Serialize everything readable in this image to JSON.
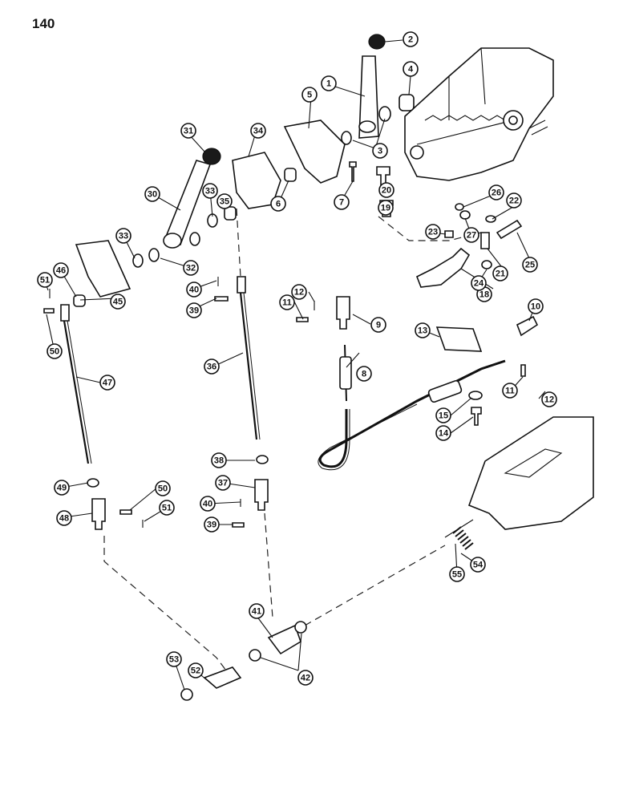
{
  "page_number": "140",
  "callouts": [
    "1",
    "2",
    "3",
    "4",
    "5",
    "6",
    "7",
    "8",
    "9",
    "10",
    "11",
    "12",
    "13",
    "14",
    "15",
    "18",
    "19",
    "20",
    "21",
    "22",
    "23",
    "24",
    "25",
    "26",
    "27",
    "30",
    "31",
    "32",
    "33",
    "34",
    "35",
    "36",
    "37",
    "38",
    "39",
    "40",
    "41",
    "42",
    "45",
    "46",
    "47",
    "48",
    "49",
    "50",
    "51",
    "52",
    "53",
    "54",
    "55"
  ]
}
